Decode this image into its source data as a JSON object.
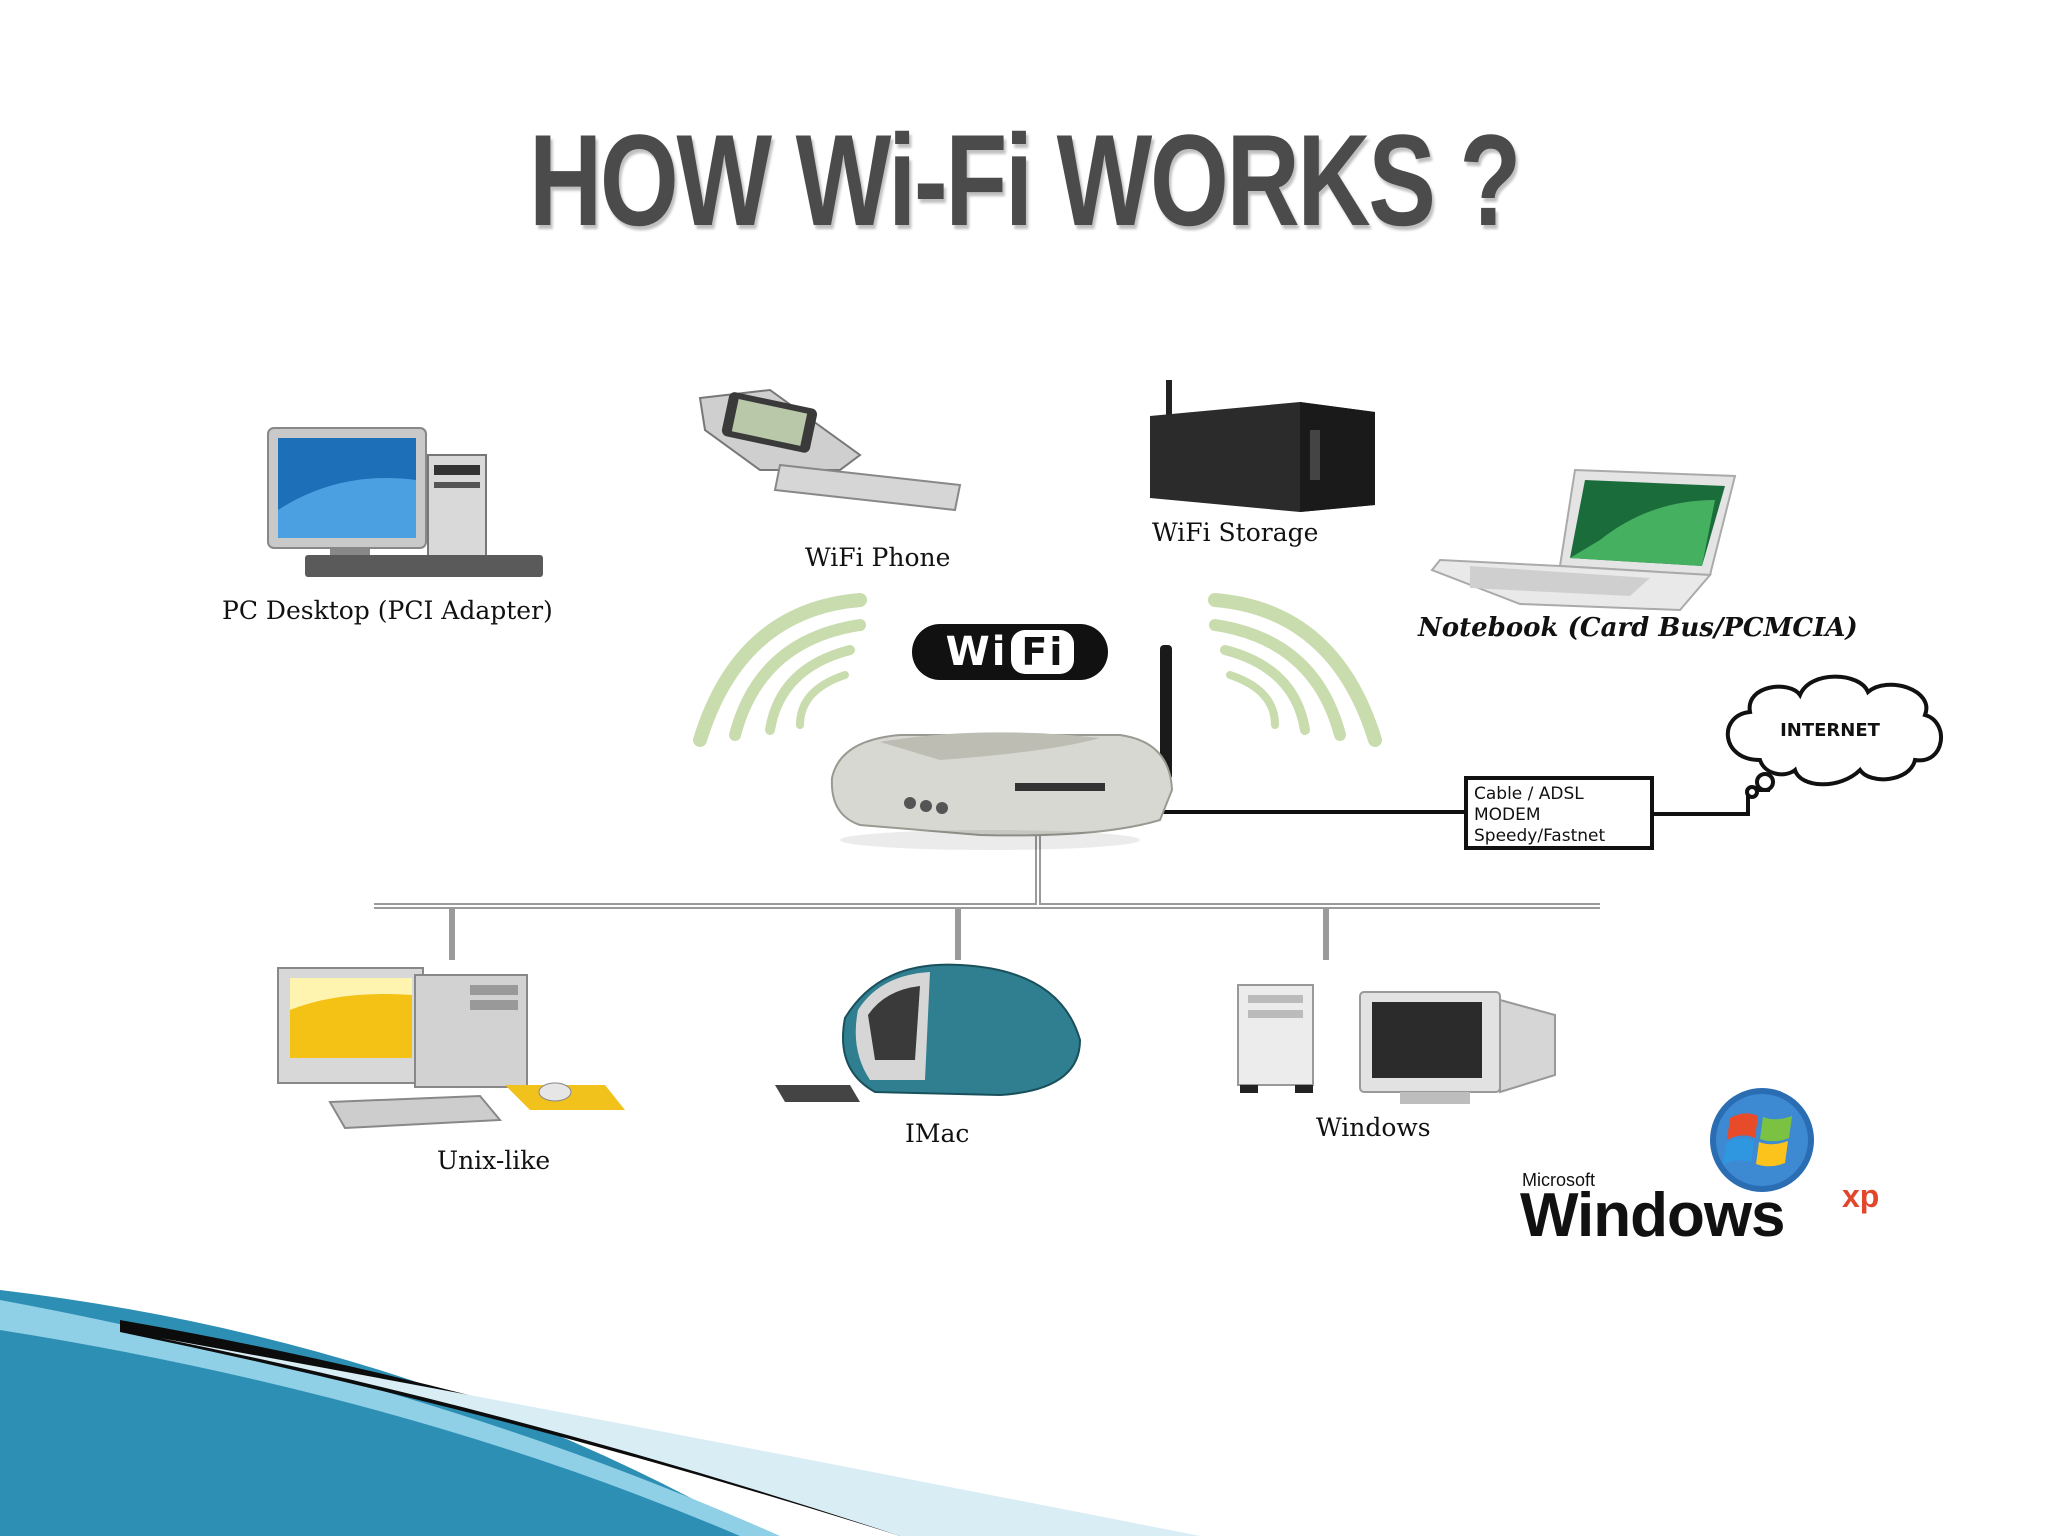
{
  "title": "HOW Wi-Fi WORKS ?",
  "wifi_badge": {
    "left": "Wi",
    "right": "Fi"
  },
  "devices": {
    "pc_desktop": "PC Desktop (PCI Adapter)",
    "wifi_phone": "WiFi Phone",
    "wifi_storage": "WiFi Storage",
    "notebook": "Notebook (Card Bus/PCMCIA)",
    "unix_like": "Unix-like",
    "imac": "IMac",
    "windows": "Windows"
  },
  "modem": {
    "line1": "Cable / ADSL",
    "line2": "MODEM",
    "line3": "Speedy/Fastnet"
  },
  "internet": "INTERNET",
  "windows_logo": {
    "brand": "Microsoft",
    "product": "Windows",
    "edition": "xp"
  },
  "colors": {
    "title": "#4b4b4b",
    "wave": "#c9dcae",
    "slide_accent": "#2e8fb5"
  }
}
